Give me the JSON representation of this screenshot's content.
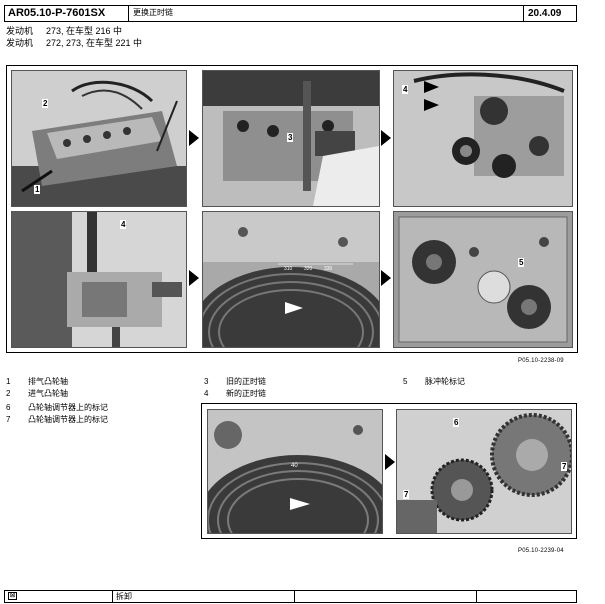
{
  "header": {
    "doc_code": "AR05.10-P-7601SX",
    "title": "更换正时链",
    "date": "20.4.09"
  },
  "engine_lines": [
    {
      "label": "发动机",
      "value": "273, 在车型 216 中"
    },
    {
      "label": "发动机",
      "value": "272, 273, 在车型 221 中"
    }
  ],
  "figure1": {
    "id": "P05.10-2238-09",
    "callouts": {
      "p1_a": "2",
      "p1_b": "1",
      "p2": "3",
      "p3": "4",
      "p4": "4",
      "p6": "5"
    },
    "scale_marks": [
      "310",
      "320",
      "330"
    ]
  },
  "legend": [
    {
      "num": "1",
      "text": "排气凸轮轴"
    },
    {
      "num": "2",
      "text": "进气凸轮轴"
    },
    {
      "num": "6",
      "text": "凸轮轴调节器上的标记"
    },
    {
      "num": "7",
      "text": "凸轮轴调节器上的标记"
    },
    {
      "num": "3",
      "text": "旧的正时链"
    },
    {
      "num": "4",
      "text": "新的正时链"
    },
    {
      "num": "5",
      "text": "脉冲轮标记"
    }
  ],
  "figure2": {
    "id": "P05.10-2239-04",
    "callouts": {
      "c6": "6",
      "c7a": "7",
      "c7b": "7"
    },
    "scale_marks": [
      "40"
    ]
  },
  "footer": {
    "expand_symbol": "⊠",
    "label": "拆卸"
  },
  "colors": {
    "border": "#000000",
    "photo_dark": "#2a2a2a",
    "photo_mid": "#8a8a8a"
  }
}
